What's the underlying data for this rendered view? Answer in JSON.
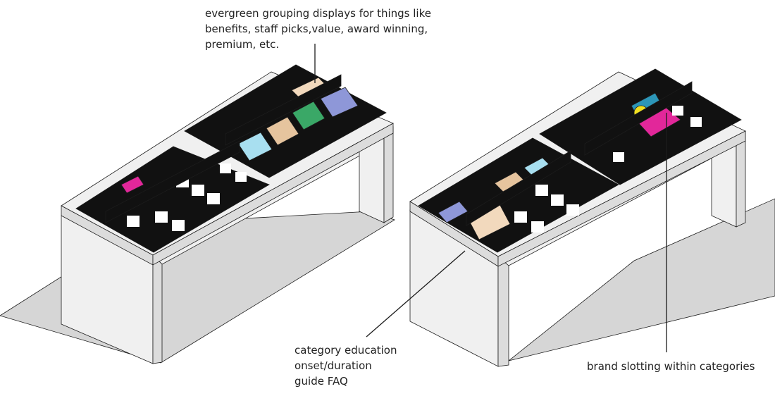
{
  "annotations": {
    "evergreen": {
      "lines": [
        "evergreen grouping displays for things like",
        "benefits, staff picks,value, award winning,",
        "premium, etc."
      ]
    },
    "education": {
      "lines": [
        "category education",
        "onset/duration",
        "guide FAQ"
      ]
    },
    "brand": {
      "lines": [
        "brand slotting within categories"
      ]
    }
  },
  "colors": {
    "line": "#1c1c1c",
    "table_front": "#f0f0f0",
    "table_side": "#dcdcdc",
    "display_tray": "#111111",
    "shadow": "#d6d6d6",
    "accent_blue": "#a8dff0",
    "accent_tan": "#e6c49e",
    "accent_green": "#3aa867",
    "accent_lavender": "#8e97d8",
    "accent_magenta": "#e2279a",
    "accent_yellow": "#f1e020",
    "accent_teal": "#2c96b8",
    "accent_peach": "#f2d9bd"
  }
}
